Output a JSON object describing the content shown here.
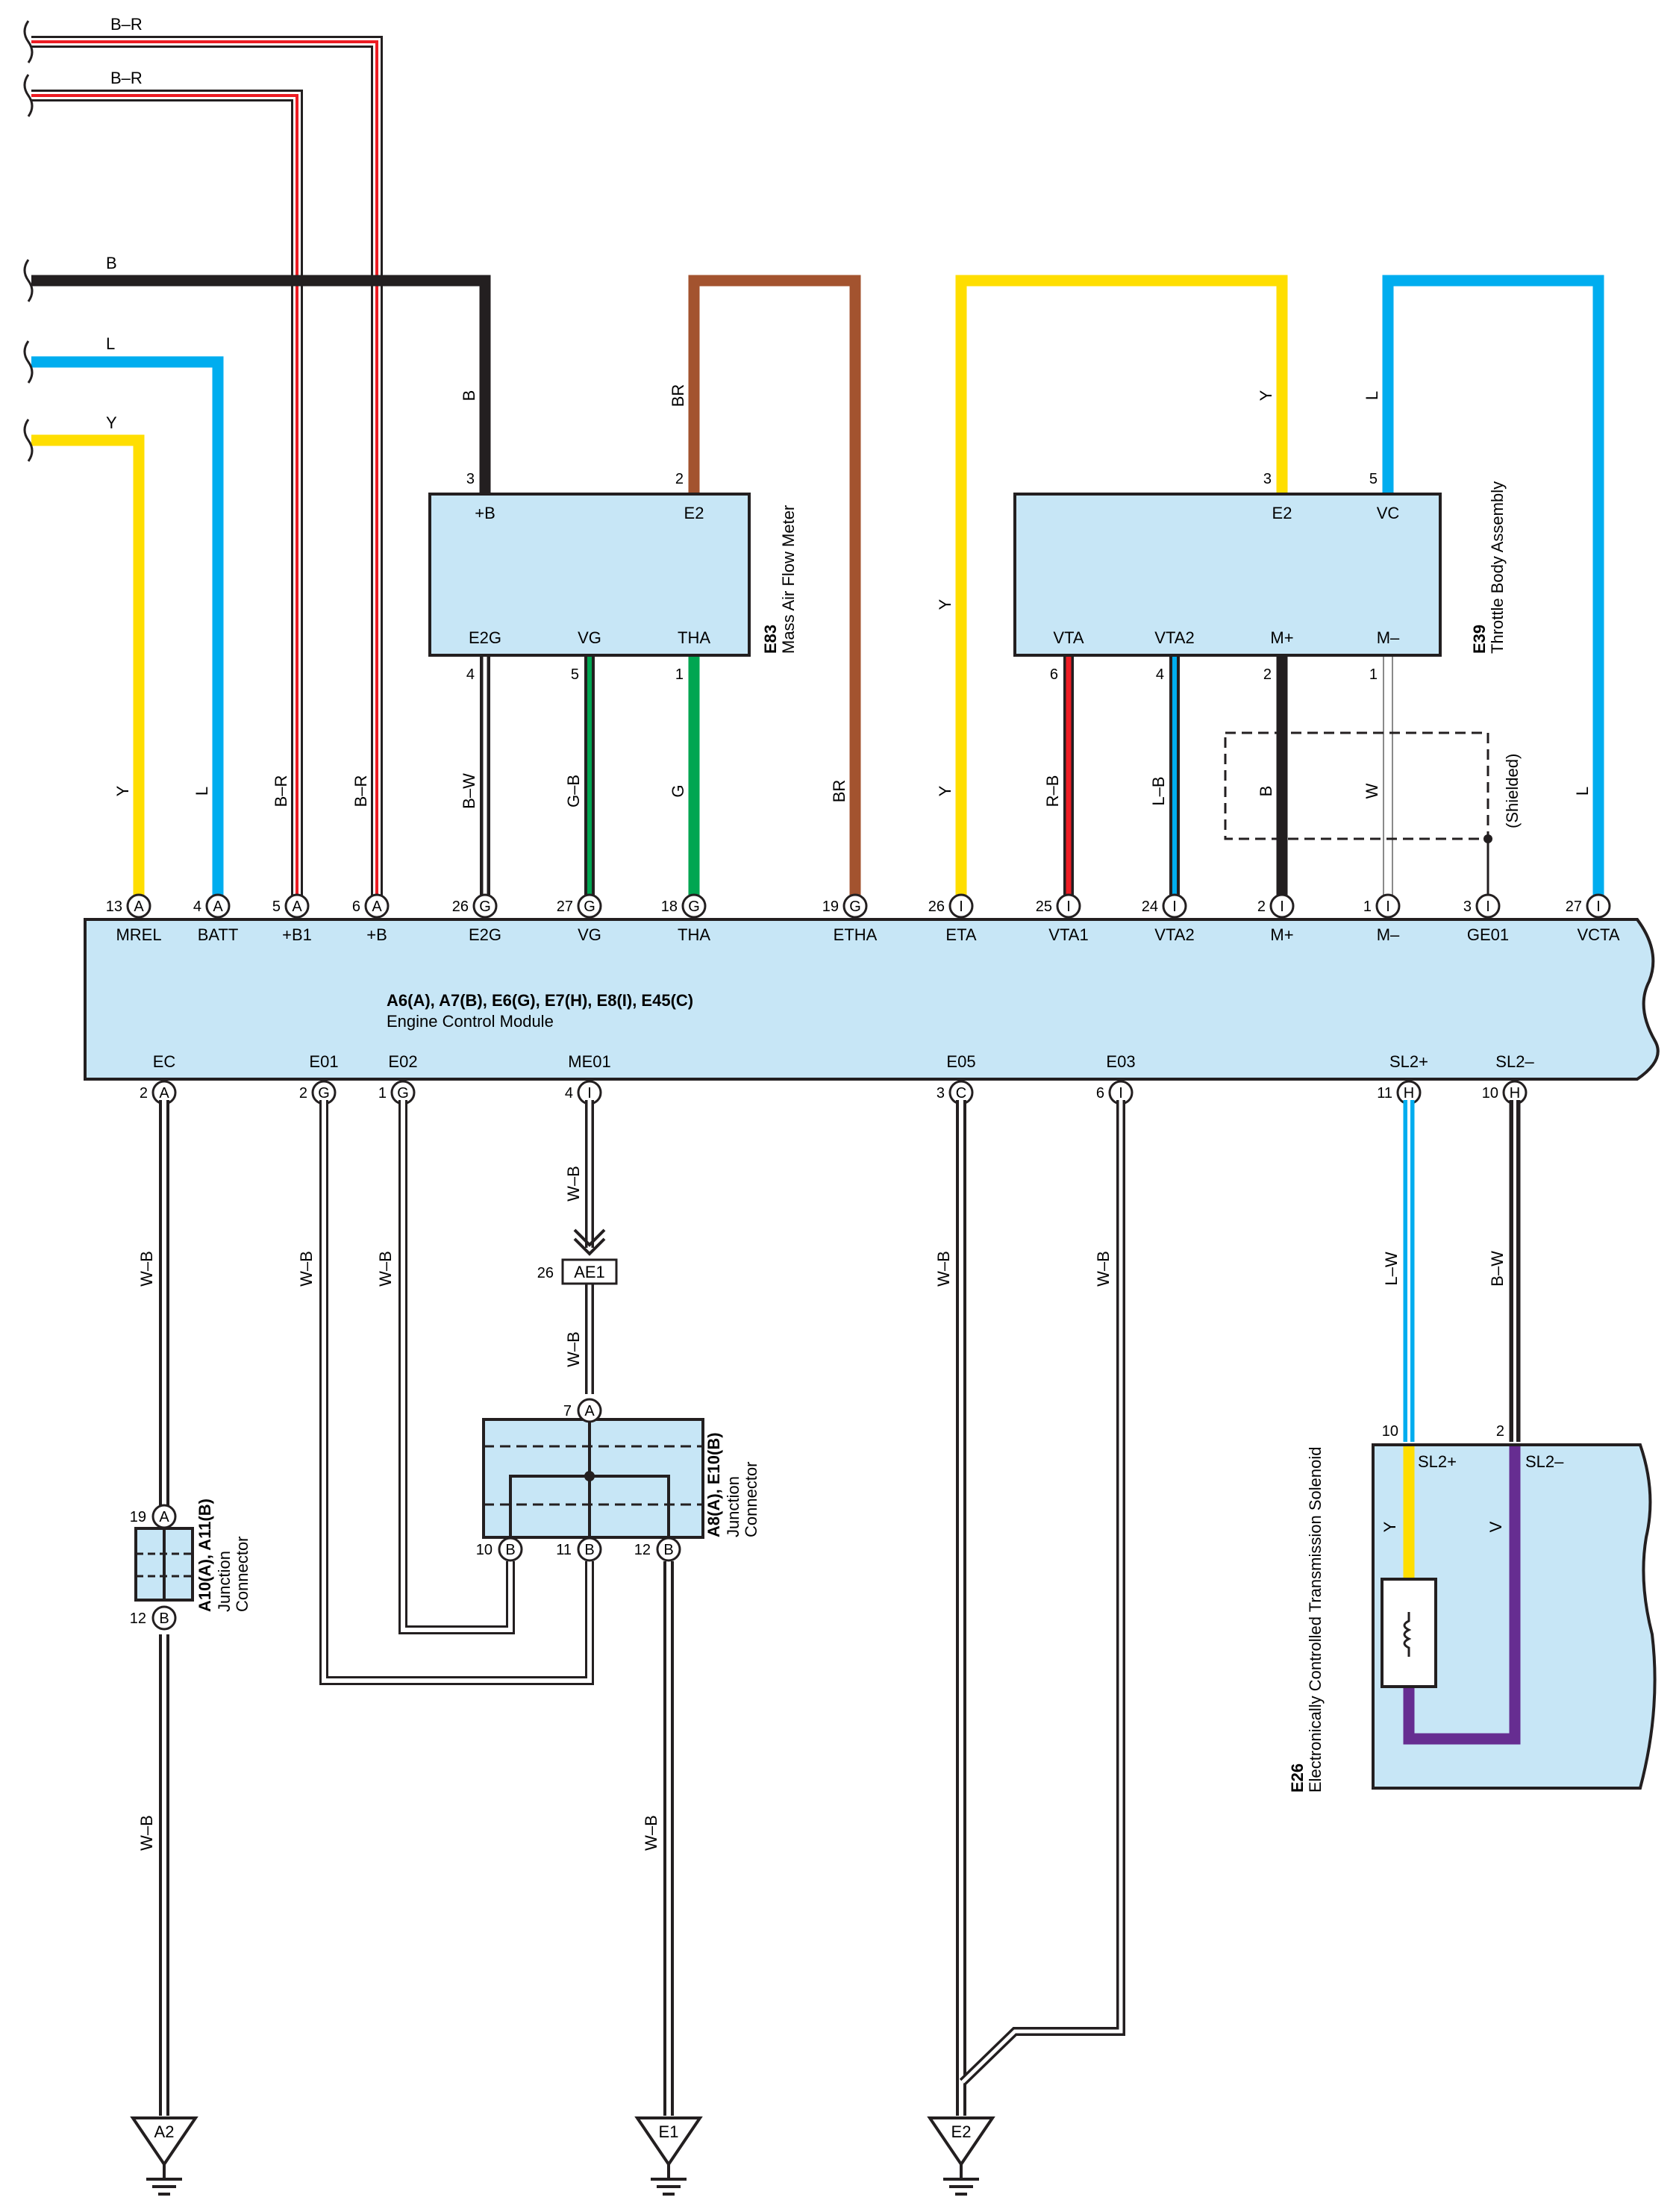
{
  "colors": {
    "yellow": "#ffde00",
    "blue": "#00adef",
    "brown": "#a3532f",
    "green": "#00a651",
    "red": "#ed1c24",
    "black": "#231f20",
    "purple": "#662d91",
    "module_fill": "#c7e6f6"
  },
  "top_wires": [
    {
      "label": "B–R"
    },
    {
      "label": "B–R"
    },
    {
      "label": "B"
    },
    {
      "label": "L"
    },
    {
      "label": "Y"
    }
  ],
  "ecm": {
    "title": "A6(A), A7(B), E6(G), E7(H), E8(I), E45(C)",
    "subtitle": "Engine Control Module",
    "top_pins": [
      {
        "num": "13",
        "conn": "A",
        "name": "MREL",
        "wire": "Y"
      },
      {
        "num": "4",
        "conn": "A",
        "name": "BATT",
        "wire": "L"
      },
      {
        "num": "5",
        "conn": "A",
        "name": "+B1",
        "wire": "B–R"
      },
      {
        "num": "6",
        "conn": "A",
        "name": "+B",
        "wire": "B–R"
      },
      {
        "num": "26",
        "conn": "G",
        "name": "E2G",
        "wire": "B–W"
      },
      {
        "num": "27",
        "conn": "G",
        "name": "VG",
        "wire": "G–B"
      },
      {
        "num": "18",
        "conn": "G",
        "name": "THA",
        "wire": "G"
      },
      {
        "num": "19",
        "conn": "G",
        "name": "ETHA",
        "wire": "BR"
      },
      {
        "num": "26",
        "conn": "I",
        "name": "ETA",
        "wire": "Y"
      },
      {
        "num": "25",
        "conn": "I",
        "name": "VTA1",
        "wire": "R–B"
      },
      {
        "num": "24",
        "conn": "I",
        "name": "VTA2",
        "wire": "L–B"
      },
      {
        "num": "2",
        "conn": "I",
        "name": "M+",
        "wire": "B"
      },
      {
        "num": "1",
        "conn": "I",
        "name": "M–",
        "wire": "W"
      },
      {
        "num": "3",
        "conn": "I",
        "name": "GE01",
        "wire": ""
      },
      {
        "num": "27",
        "conn": "I",
        "name": "VCTA",
        "wire": "L"
      }
    ],
    "bottom_pins": [
      {
        "num": "2",
        "conn": "A",
        "name": "EC",
        "wire": "W–B"
      },
      {
        "num": "2",
        "conn": "G",
        "name": "E01",
        "wire": "W–B"
      },
      {
        "num": "1",
        "conn": "G",
        "name": "E02",
        "wire": "W–B"
      },
      {
        "num": "4",
        "conn": "I",
        "name": "ME01",
        "wire": "W–B"
      },
      {
        "num": "3",
        "conn": "C",
        "name": "E05",
        "wire": "W–B"
      },
      {
        "num": "6",
        "conn": "I",
        "name": "E03",
        "wire": "W–B"
      },
      {
        "num": "11",
        "conn": "H",
        "name": "SL2+",
        "wire": "L–W"
      },
      {
        "num": "10",
        "conn": "H",
        "name": "SL2–",
        "wire": "B–W"
      }
    ]
  },
  "maf": {
    "code": "E83",
    "name": "Mass Air Flow Meter",
    "pins": [
      {
        "num": "3",
        "name": "+B",
        "wire": "B"
      },
      {
        "num": "2",
        "name": "E2",
        "wire": "BR"
      },
      {
        "num": "4",
        "name": "E2G"
      },
      {
        "num": "5",
        "name": "VG"
      },
      {
        "num": "1",
        "name": "THA"
      }
    ]
  },
  "throttle": {
    "code": "E39",
    "name": "Throttle Body Assembly",
    "pins": [
      {
        "num": "3",
        "name": "E2",
        "wire": "Y"
      },
      {
        "num": "5",
        "name": "VC",
        "wire": "L"
      },
      {
        "num": "6",
        "name": "VTA"
      },
      {
        "num": "4",
        "name": "VTA2"
      },
      {
        "num": "2",
        "name": "M+"
      },
      {
        "num": "1",
        "name": "M–"
      }
    ],
    "shielded": "(Shielded)",
    "eta_wire": "Y"
  },
  "ae1": {
    "num": "26",
    "label": "AE1",
    "wire": "W–B"
  },
  "j_a8": {
    "code": "A8(A), E10(B)",
    "name1": "Junction",
    "name2": "Connector",
    "top_pin": {
      "num": "7",
      "conn": "A"
    },
    "bottom_pins": [
      {
        "num": "10",
        "conn": "B"
      },
      {
        "num": "11",
        "conn": "B"
      },
      {
        "num": "12",
        "conn": "B"
      }
    ]
  },
  "j_a10": {
    "code": "A10(A), A11(B)",
    "name1": "Junction",
    "name2": "Connector",
    "top_pin": {
      "num": "19",
      "conn": "A"
    },
    "bottom_pin": {
      "num": "12",
      "conn": "B"
    }
  },
  "wire_labels": {
    "a2_down": "W–B",
    "e1_down": "W–B"
  },
  "solenoid": {
    "code": "E26",
    "name": "Electronically Controlled Transmission Solenoid",
    "pins": [
      {
        "num": "10",
        "name": "SL2+",
        "wire": "Y"
      },
      {
        "num": "2",
        "name": "SL2–",
        "wire": "V"
      }
    ]
  },
  "grounds": [
    {
      "label": "A2"
    },
    {
      "label": "E1"
    },
    {
      "label": "E2"
    }
  ]
}
